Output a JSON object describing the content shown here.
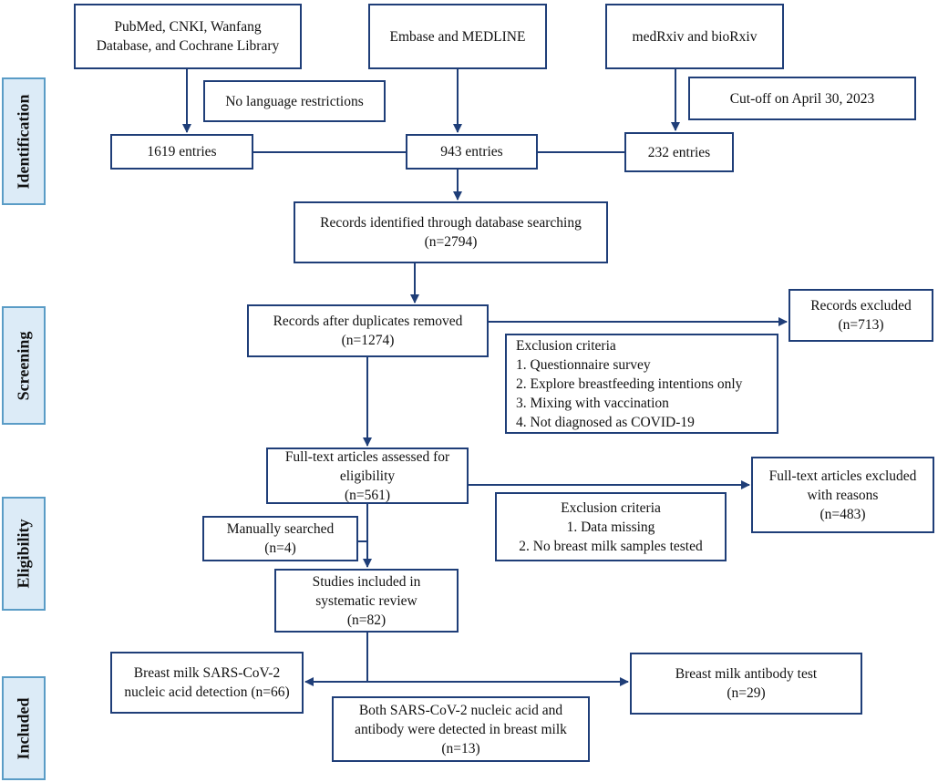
{
  "stages": {
    "identification": "Identification",
    "screening": "Screening",
    "eligibility": "Eligibility",
    "included": "Included"
  },
  "sources": {
    "pubmed": [
      "PubMed, CNKI, Wanfang",
      "Database, and Cochrane Library"
    ],
    "embase": "Embase and MEDLINE",
    "medrxiv": "medRxiv and bioRxiv"
  },
  "notes": {
    "no_language": "No language restrictions",
    "cutoff": "Cut-off on April 30, 2023"
  },
  "entries": {
    "pubmed": "1619 entries",
    "embase": "943 entries",
    "medrxiv": "232 entries"
  },
  "identified": [
    "Records identified through database searching",
    "(n=2794)"
  ],
  "after_duplicates": [
    "Records after duplicates removed",
    "(n=1274)"
  ],
  "records_excluded": [
    "Records excluded",
    "(n=713)"
  ],
  "screening_exclusion": {
    "title": "Exclusion criteria",
    "items": [
      "1. Questionnaire survey",
      "2. Explore breastfeeding intentions only",
      "3. Mixing with vaccination",
      "4. Not diagnosed as COVID-19"
    ]
  },
  "fulltext_assessed": [
    "Full-text articles assessed for",
    "eligibility",
    "(n=561)"
  ],
  "fulltext_excluded": [
    "Full-text articles excluded",
    "with reasons",
    "(n=483)"
  ],
  "eligibility_exclusion": {
    "title": "Exclusion criteria",
    "items": [
      "1. Data missing",
      "2. No breast milk samples tested"
    ]
  },
  "manual": [
    "Manually searched",
    "(n=4)"
  ],
  "included_review": [
    "Studies included in",
    "systematic review",
    "(n=82)"
  ],
  "nucleic": [
    "Breast milk SARS-CoV-2",
    "nucleic acid detection (n=66)"
  ],
  "antibody": [
    "Breast milk antibody test",
    "(n=29)"
  ],
  "both": [
    "Both SARS-CoV-2 nucleic acid and",
    "antibody were detected in breast milk",
    "(n=13)"
  ],
  "colors": {
    "box_border": "#1f3e78",
    "stage_fill": "#dcebf7",
    "stage_border": "#5a9cc6"
  }
}
